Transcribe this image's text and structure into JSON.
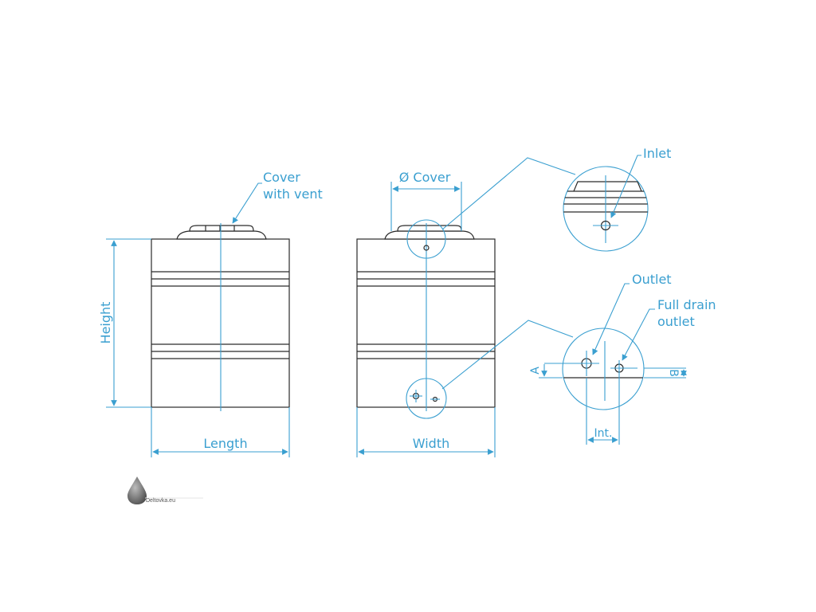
{
  "labels": {
    "cover_with_vent_line1": "Cover",
    "cover_with_vent_line2": "with vent",
    "cover_diameter": "Ø Cover",
    "inlet": "Inlet",
    "outlet": "Outlet",
    "full_drain_line1": "Full drain",
    "full_drain_line2": "outlet",
    "height": "Height",
    "length": "Length",
    "width": "Width",
    "dim_a": "A",
    "dim_b": "B",
    "interval": "Int."
  },
  "logo": {
    "text": "Deltovka.eu"
  },
  "colors": {
    "dimension": "#3a9fd0",
    "outline": "#2a2a2a"
  }
}
